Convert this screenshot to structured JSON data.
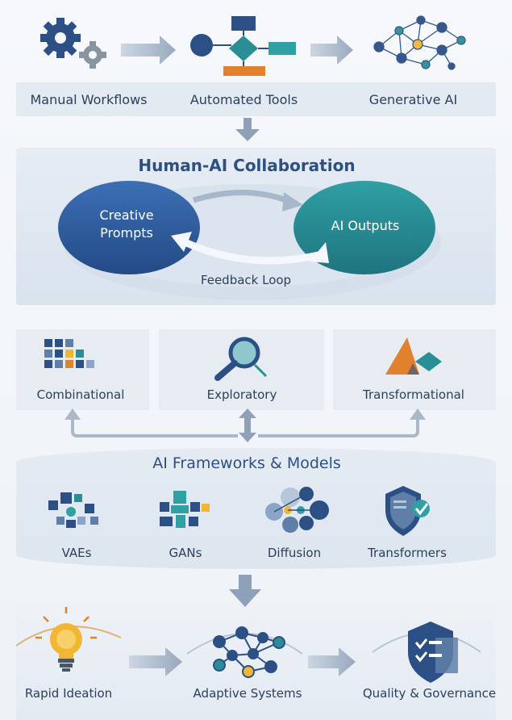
{
  "evolution": {
    "stages": [
      "Manual Workflows",
      "Automated Tools",
      "Generative AI"
    ]
  },
  "collaboration": {
    "title": "Human-AI Collaboration",
    "left_line1": "Creative",
    "left_line2": "Prompts",
    "right": "AI Outputs",
    "loop": "Feedback Loop"
  },
  "creativity_types": [
    "Combinational",
    "Exploratory",
    "Transformational"
  ],
  "frameworks": {
    "title": "AI Frameworks & Models",
    "models": [
      "VAEs",
      "GANs",
      "Diffusion",
      "Transformers"
    ]
  },
  "outcomes": [
    "Rapid Ideation",
    "Adaptive Systems",
    "Quality & Governance"
  ],
  "colors": {
    "navy": "#2c4f86",
    "blue": "#2f5fa3",
    "teal": "#2a8f95",
    "orange": "#e0822d",
    "yellow": "#f2b632",
    "gray": "#8a949e",
    "text": "#2b3f5c"
  },
  "icons": {
    "manual": "gears-icon",
    "automated": "flowchart-icon",
    "generative": "neural-network-icon",
    "combinational": "grid-blocks-icon",
    "exploratory": "magnifier-icon",
    "transformational": "triangle-arrow-icon",
    "vaes": "vae-blocks-icon",
    "gans": "gan-blocks-icon",
    "diffusion": "diffusion-cluster-icon",
    "transformers": "shield-check-icon",
    "ideation": "lightbulb-icon",
    "adaptive": "network-icon",
    "quality": "shield-checklist-icon"
  }
}
